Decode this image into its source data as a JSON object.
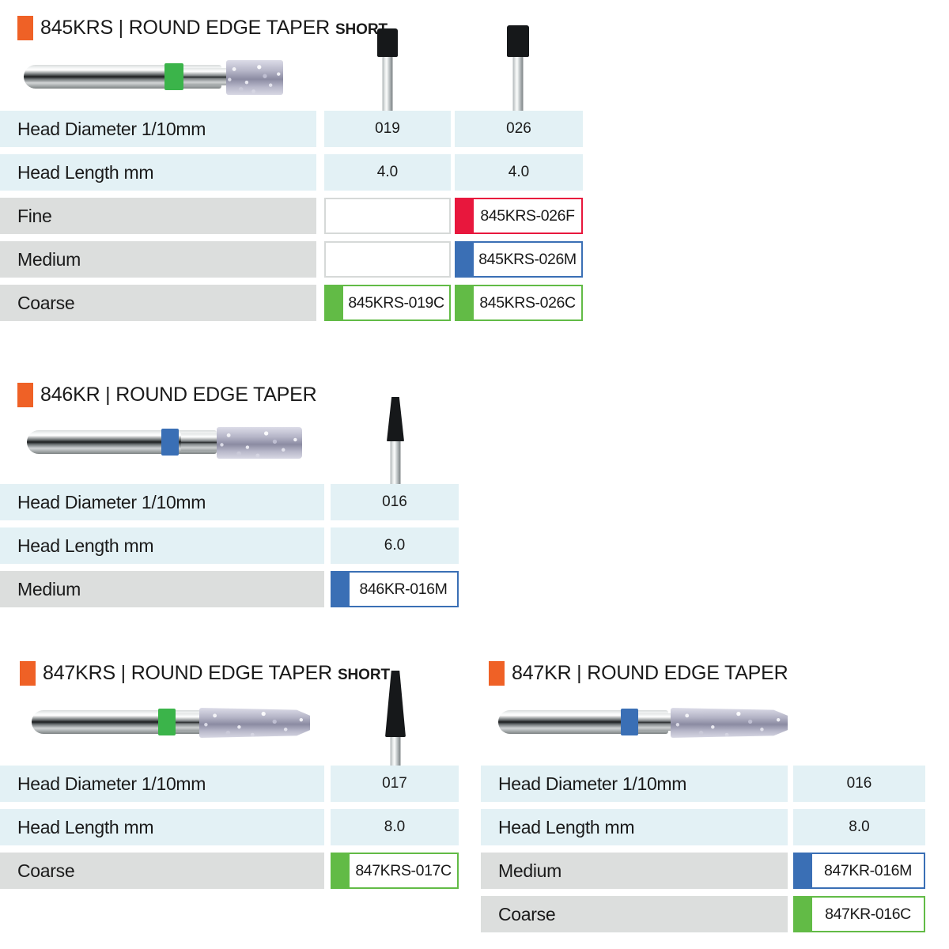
{
  "colors": {
    "orange_marker": "#ef6126",
    "fine_red": "#e8173d",
    "medium_blue": "#3a6fb5",
    "coarse_green": "#62bb46",
    "spec_row_bg": "#e3f1f5",
    "grit_row_bg": "#dcdedd"
  },
  "labels": {
    "head_diameter": "Head Diameter 1/10mm",
    "head_length": "Head Length mm",
    "fine": "Fine",
    "medium": "Medium",
    "coarse": "Coarse"
  },
  "sections": [
    {
      "id": "845KRS",
      "title_main": "845KRS | ROUND EDGE TAPER",
      "title_sub": "SHORT",
      "band_color": "#3bb44a",
      "columns": [
        {
          "head_diameter": "019",
          "head_length": "4.0"
        },
        {
          "head_diameter": "026",
          "head_length": "4.0"
        }
      ],
      "grits": [
        {
          "name": "Fine",
          "codes": [
            "",
            "845KRS-026F"
          ]
        },
        {
          "name": "Medium",
          "codes": [
            "",
            "845KRS-026M"
          ]
        },
        {
          "name": "Coarse",
          "codes": [
            "845KRS-019C",
            "845KRS-026C"
          ]
        }
      ]
    },
    {
      "id": "846KR",
      "title_main": "846KR | ROUND EDGE TAPER",
      "title_sub": "",
      "band_color": "#3a6fb5",
      "columns": [
        {
          "head_diameter": "016",
          "head_length": "6.0"
        }
      ],
      "grits": [
        {
          "name": "Medium",
          "codes": [
            "846KR-016M"
          ]
        }
      ]
    },
    {
      "id": "847KRS",
      "title_main": "847KRS | ROUND EDGE TAPER",
      "title_sub": "SHORT",
      "band_color": "#3bb44a",
      "columns": [
        {
          "head_diameter": "017",
          "head_length": "8.0"
        }
      ],
      "grits": [
        {
          "name": "Coarse",
          "codes": [
            "847KRS-017C"
          ]
        }
      ]
    },
    {
      "id": "847KR",
      "title_main": "847KR | ROUND EDGE TAPER",
      "title_sub": "",
      "band_color": "#3a6fb5",
      "columns": [
        {
          "head_diameter": "016",
          "head_length": "8.0"
        }
      ],
      "grits": [
        {
          "name": "Medium",
          "codes": [
            "847KR-016M"
          ]
        },
        {
          "name": "Coarse",
          "codes": [
            "847KR-016C"
          ]
        }
      ]
    }
  ]
}
